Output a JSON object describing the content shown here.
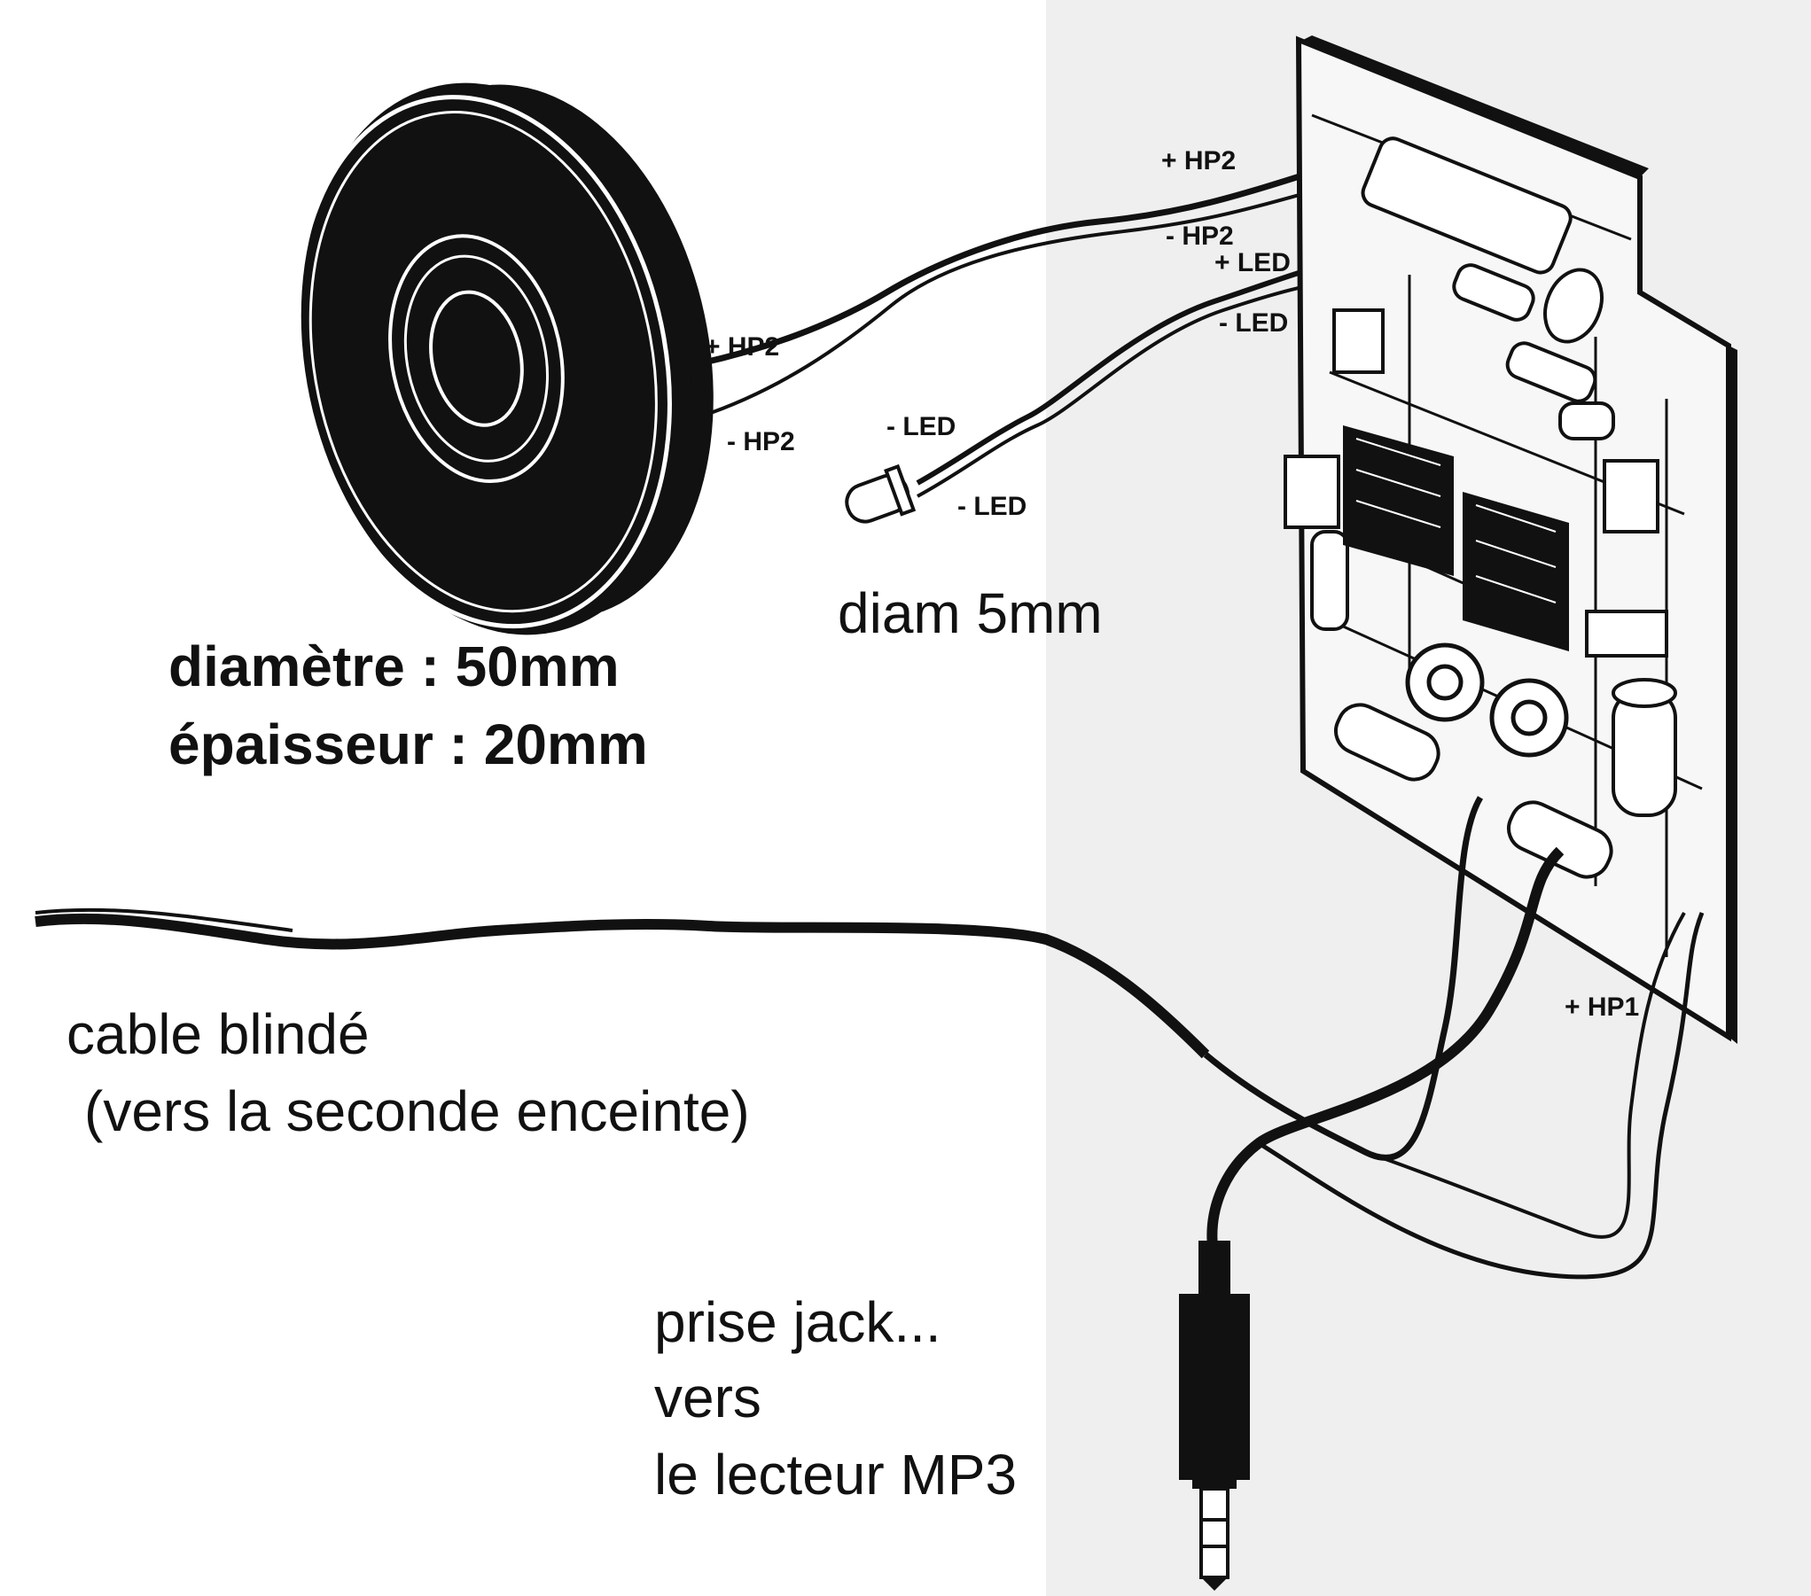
{
  "speaker": {
    "dimensions_line1": "diamètre : 50mm",
    "dimensions_line2": "épaisseur : 20mm",
    "wire_plus": "+ HP2",
    "wire_minus": "- HP2"
  },
  "led": {
    "size": "diam 5mm",
    "wire_plus": "- LED",
    "wire_minus": "- LED"
  },
  "board": {
    "hp2_plus": "+ HP2",
    "hp2_minus": "- HP2",
    "led_plus": "+ LED",
    "led_minus": "- LED",
    "hp1_plus": "+ HP1"
  },
  "cable": {
    "line1": "cable blindé",
    "line2": "(vers la seconde enceinte)"
  },
  "jack": {
    "line1": "prise jack...",
    "line2": "vers",
    "line3": "le lecteur MP3"
  },
  "colors": {
    "ink": "#111111",
    "background": "#ffffff",
    "board_gray": "#e9e9e9"
  }
}
